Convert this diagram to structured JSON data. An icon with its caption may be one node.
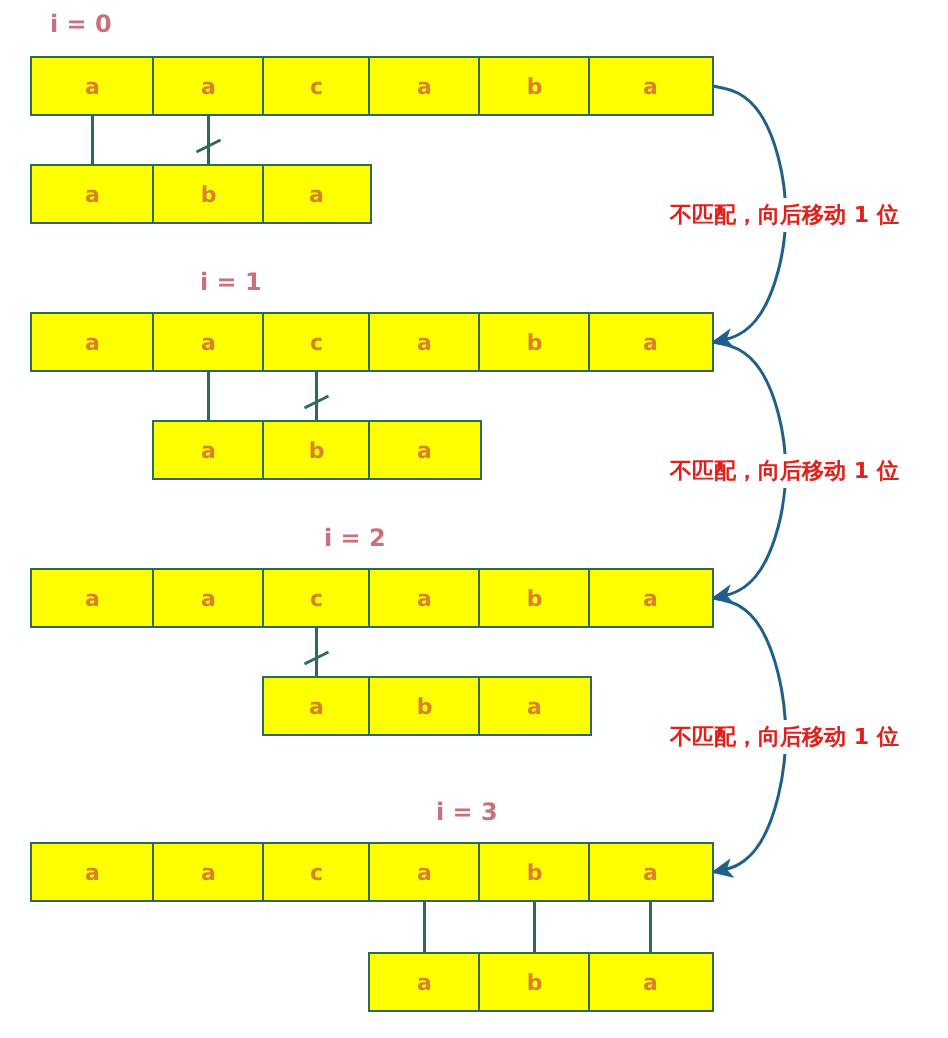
{
  "diagram": {
    "nodes": [
      {
        "text": [
          "a"
        ]
      },
      {
        "text": [
          "a"
        ]
      },
      {
        "text": [
          "c"
        ]
      },
      {
        "text": [
          "a"
        ]
      },
      {
        "text": [
          "b"
        ]
      },
      {
        "text": [
          "a"
        ]
      },
      {
        "text": [
          "a"
        ]
      },
      {
        "text": [
          "b"
        ]
      },
      {
        "text": [
          "a"
        ]
      },
      {
        "text": [
          "a"
        ]
      },
      {
        "text": [
          "a"
        ]
      },
      {
        "text": [
          "c"
        ]
      },
      {
        "text": [
          "a"
        ]
      },
      {
        "text": [
          "b"
        ]
      },
      {
        "text": [
          "a"
        ]
      },
      {
        "text": [
          "a"
        ]
      },
      {
        "text": [
          "b"
        ]
      },
      {
        "text": [
          "a"
        ]
      },
      {
        "text": [
          "a"
        ]
      },
      {
        "text": [
          "a"
        ]
      },
      {
        "text": [
          "c"
        ]
      },
      {
        "text": [
          "a"
        ]
      },
      {
        "text": [
          "b"
        ]
      },
      {
        "text": [
          "a"
        ]
      },
      {
        "text": [
          "a"
        ]
      },
      {
        "text": [
          "b"
        ]
      },
      {
        "text": [
          "a"
        ]
      },
      {
        "text": [
          "a"
        ]
      },
      {
        "text": [
          "a"
        ]
      },
      {
        "text": [
          "c"
        ]
      },
      {
        "text": [
          "a"
        ]
      },
      {
        "text": [
          "b"
        ]
      },
      {
        "text": [
          "a"
        ]
      },
      {
        "text": [
          "a"
        ]
      },
      {
        "text": [
          "b"
        ]
      },
      {
        "text": [
          "a"
        ]
      }
    ],
    "edges": [
      {
        "from": 0,
        "to": 6,
        "arrow": "none"
      },
      {
        "from": 1,
        "to": 7,
        "arrow": "other"
      },
      {
        "from": 5,
        "to": 14,
        "arrow": "to",
        "label": "不匹配，向后移动 1 位"
      },
      {
        "from": 10,
        "to": 15,
        "arrow": "none"
      },
      {
        "from": 11,
        "to": 16,
        "arrow": "other"
      },
      {
        "from": 14,
        "to": 23,
        "arrow": "to",
        "label": "不匹配，向后移动 1 位"
      },
      {
        "from": 20,
        "to": 24,
        "arrow": "other"
      },
      {
        "from": 23,
        "to": 32,
        "arrow": "to",
        "label": "不匹配，向后移动 1 位"
      },
      {
        "from": 30,
        "to": 33,
        "arrow": "none"
      },
      {
        "from": 31,
        "to": 34,
        "arrow": "none"
      },
      {
        "from": 32,
        "to": 35,
        "arrow": "none"
      }
    ],
    "labels": [
      "i = 0",
      "i = 1",
      "i = 2",
      "i = 3"
    ]
  }
}
